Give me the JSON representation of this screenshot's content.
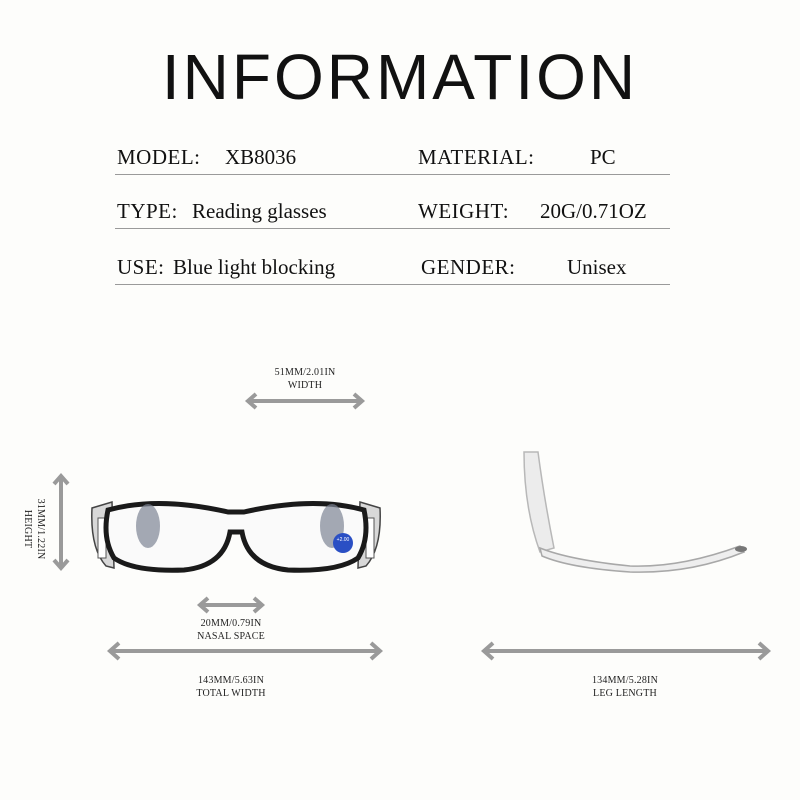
{
  "header": {
    "title": "INFORMATION"
  },
  "specs": [
    {
      "label": "MODEL:",
      "value": "XB8036",
      "label2": "MATERIAL:",
      "value2": "PC"
    },
    {
      "label": "TYPE:",
      "value": "Reading glasses",
      "label2": "WEIGHT:",
      "value2": "20G/0.71OZ"
    },
    {
      "label": "USE:",
      "value": "Blue light blocking",
      "label2": "GENDER:",
      "value2": "Unisex"
    }
  ],
  "dimensions": {
    "width": {
      "value": "51MM/2.01IN",
      "label": "WIDTH"
    },
    "height": {
      "value": "31MM/1.22IN",
      "label": "HEIGHT"
    },
    "nasal": {
      "value": "20MM/0.79IN",
      "label": "NASAL SPACE"
    },
    "total": {
      "value": "143MM/5.63IN",
      "label": "TOTAL WIDTH"
    },
    "leg": {
      "value": "134MM/5.28IN",
      "label": "LEG LENGTH"
    }
  },
  "lens_badge": {
    "text": "+2.00",
    "color": "#2a4fc4"
  },
  "colors": {
    "arrow": "#9a9a9a",
    "frame": "#1a1a1a"
  }
}
